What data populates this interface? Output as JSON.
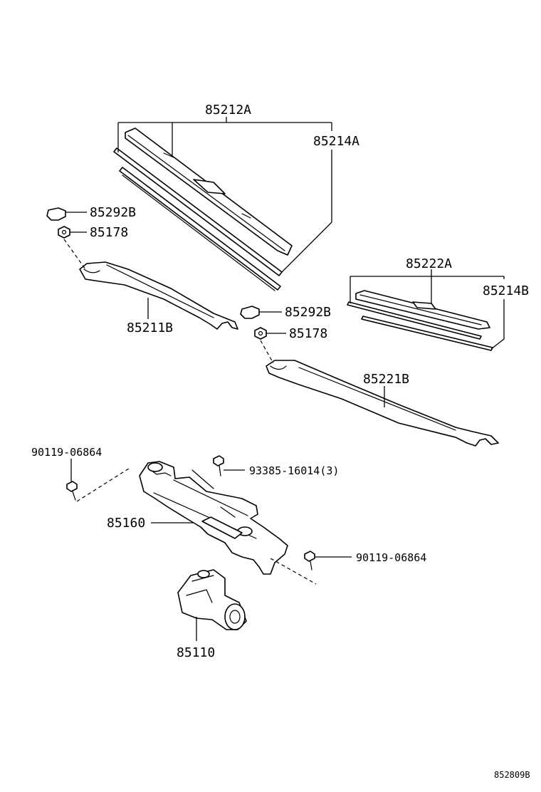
{
  "parts": {
    "p85212A": "85212A",
    "p85214A": "85214A",
    "p85292B_1": "85292B",
    "p85178_1": "85178",
    "p85211B": "85211B",
    "p85222A": "85222A",
    "p85214B": "85214B",
    "p85292B_2": "85292B",
    "p85178_2": "85178",
    "p85221B": "85221B",
    "p90119_1": "90119-06864",
    "p93385": "93385-16014(3)",
    "p85160": "85160",
    "p90119_2": "90119-06864",
    "p85110": "85110"
  },
  "figure_code": "852809B"
}
